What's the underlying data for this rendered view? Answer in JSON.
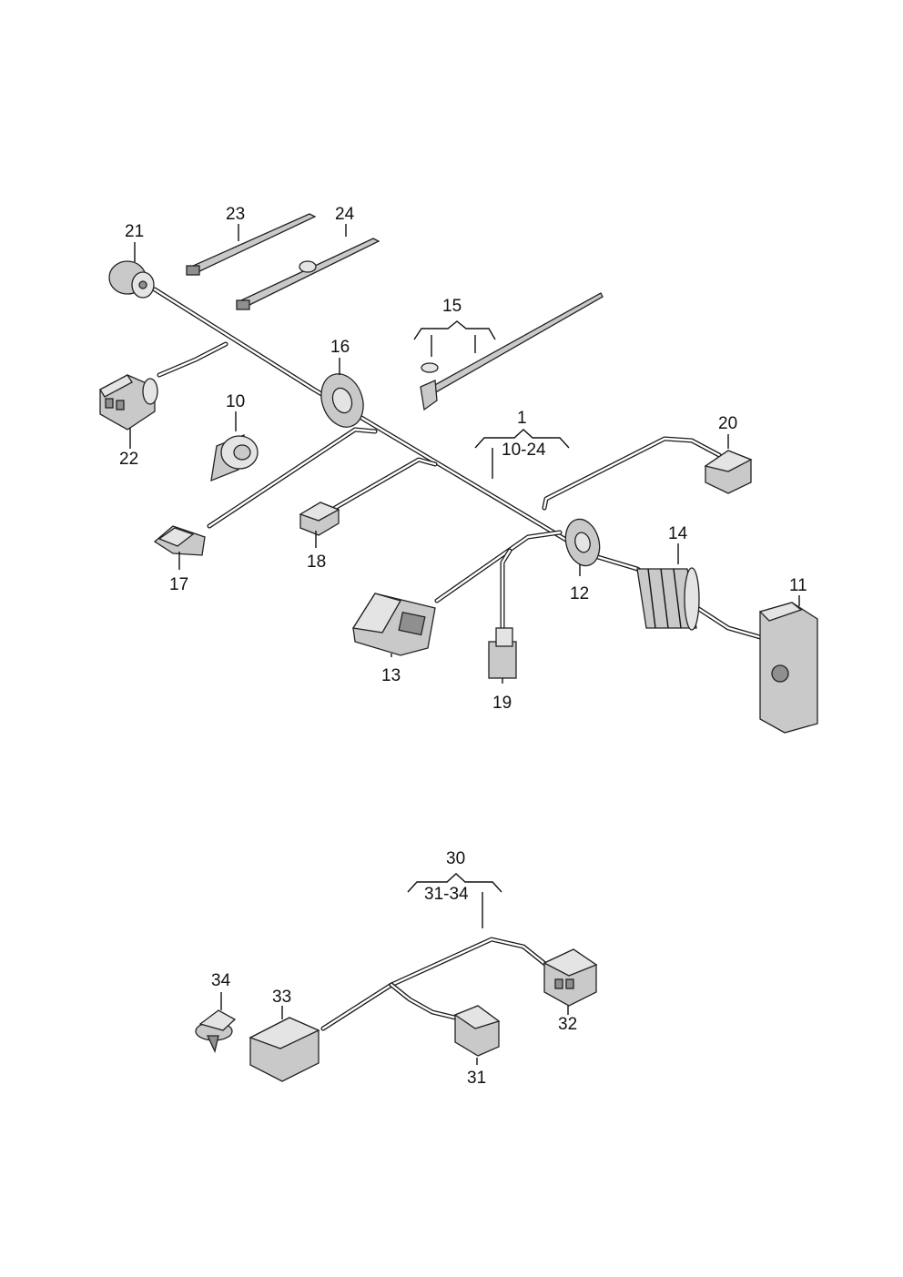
{
  "callouts": {
    "c1": "1",
    "c1_range": "10-24",
    "c10": "10",
    "c11": "11",
    "c12": "12",
    "c13": "13",
    "c14": "14",
    "c15": "15",
    "c16": "16",
    "c17": "17",
    "c18": "18",
    "c19": "19",
    "c20": "20",
    "c21": "21",
    "c22": "22",
    "c23": "23",
    "c24": "24",
    "c30": "30",
    "c30_range": "31-34",
    "c31": "31",
    "c32": "32",
    "c33": "33",
    "c34": "34"
  }
}
